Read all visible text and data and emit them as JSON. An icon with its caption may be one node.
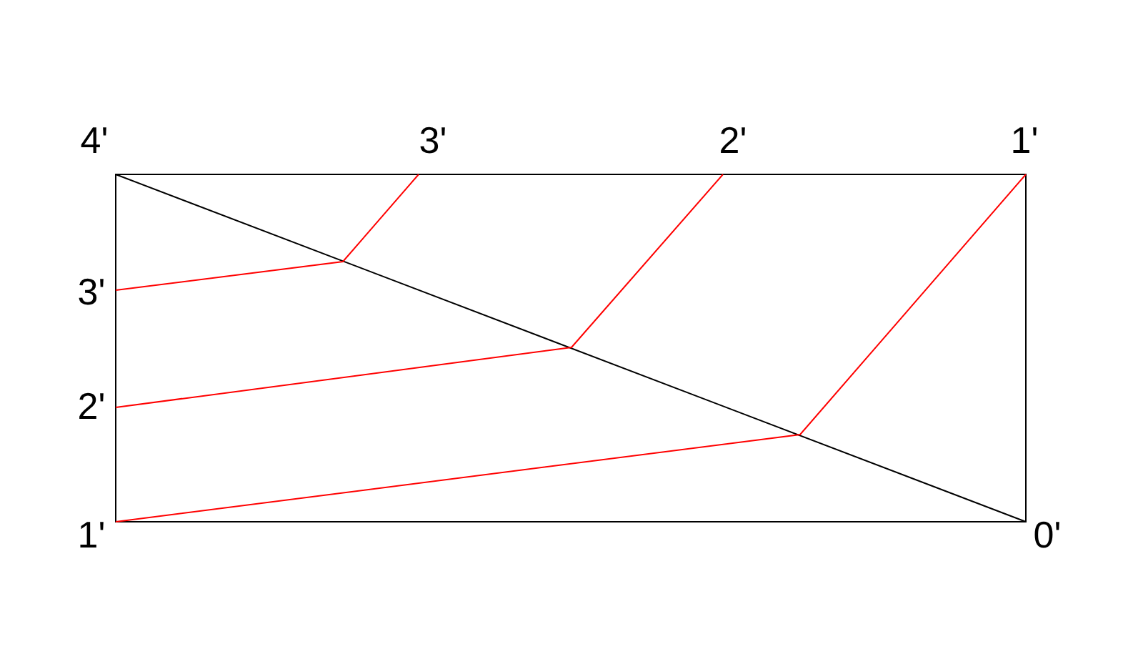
{
  "diagram": {
    "labels": [
      "4'",
      "3'",
      "2'",
      "1'",
      "3'",
      "2'",
      "1'",
      "0'"
    ]
  }
}
